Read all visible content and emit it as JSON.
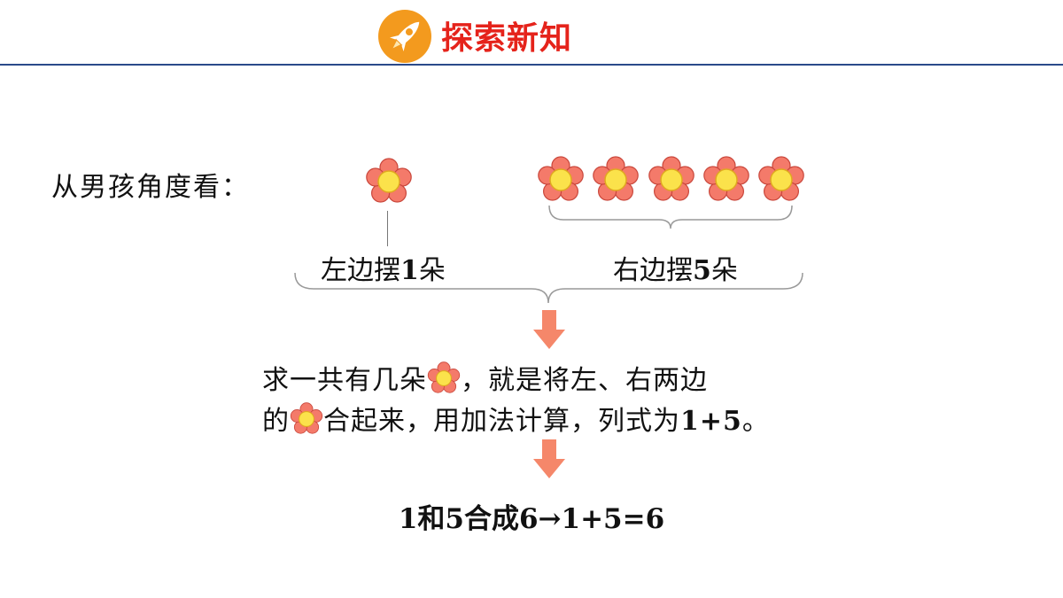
{
  "header": {
    "title": "探索新知",
    "logo_icon": "rocket-icon",
    "accent_color": "#f39a1e",
    "title_color": "#e5231b",
    "rule_color": "#2a4a8a"
  },
  "scene": {
    "perspective_label": "从男孩角度看：",
    "left_label_text": "左边摆",
    "left_label_num": "1",
    "left_label_unit": "朵",
    "right_label_text": "右边摆",
    "right_label_num": "5",
    "right_label_unit": "朵",
    "left_count": 1,
    "right_count": 5,
    "flower_icon": "flower-icon"
  },
  "explanation": {
    "line1_part1": "求一共有几朵",
    "line1_part2": "，就是将左、右两边",
    "line2_part1": "的",
    "line2_part2": "合起来，用加法计算，列式为",
    "line2_formula": "1+5",
    "line2_end": "。"
  },
  "result": {
    "equation": "1和5合成6→1+5=6"
  },
  "colors": {
    "petal": "#f47a6a",
    "petal_stroke": "#c9473c",
    "center": "#fbe24b",
    "center_stroke": "#e0a820",
    "arrow": "#f5876a",
    "brace": "#999999"
  }
}
